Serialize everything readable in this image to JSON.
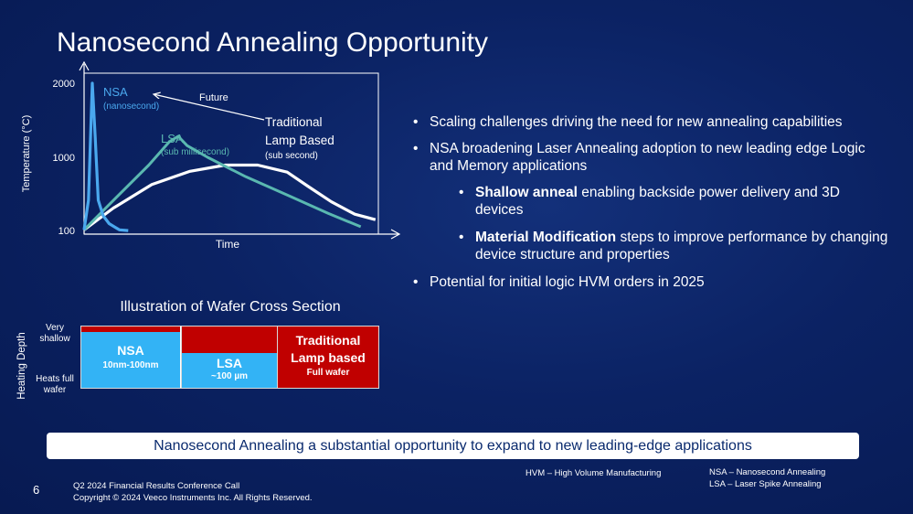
{
  "slide": {
    "title": "Nanosecond Annealing Opportunity",
    "page_number": "6",
    "footer_line1": "Q2 2024 Financial Results Conference Call",
    "footer_line2": "Copyright © 2024 Veeco Instruments Inc. All Rights Reserved."
  },
  "chart_data": {
    "type": "line",
    "ylabel": "Temperature (°C)",
    "xlabel": "Time",
    "y_ticks": [
      "2000",
      "1000",
      "100"
    ],
    "ylim": [
      100,
      2000
    ],
    "xlim": [
      0,
      10
    ],
    "grid": false,
    "series": [
      {
        "name": "NSA",
        "sublabel": "(nanosecond)",
        "color": "#4aa8ee",
        "x": [
          0,
          0.15,
          0.28,
          0.38,
          0.48,
          0.65,
          0.85,
          1.2,
          1.5
        ],
        "y": [
          120,
          500,
          2000,
          1300,
          500,
          300,
          200,
          120,
          110
        ]
      },
      {
        "name": "LSA",
        "sublabel": "(sub millisecond)",
        "color": "#5ab8b0",
        "x": [
          0,
          1.0,
          2.2,
          2.9,
          3.2,
          3.5,
          4.2,
          5.5,
          7.0,
          8.3,
          9.4
        ],
        "y": [
          120,
          500,
          950,
          1250,
          1320,
          1200,
          1050,
          800,
          550,
          330,
          160
        ]
      },
      {
        "name": "Traditional Lamp Based",
        "sublabel": "(sub second)",
        "color": "#ffffff",
        "x": [
          0,
          1.0,
          2.3,
          3.6,
          4.8,
          5.9,
          6.9,
          7.6,
          8.4,
          9.2,
          9.9
        ],
        "y": [
          120,
          400,
          700,
          870,
          950,
          950,
          860,
          680,
          480,
          320,
          250
        ]
      }
    ],
    "annotation": "Future"
  },
  "bullets": [
    {
      "text": "Scaling challenges driving the need for new annealing capabilities"
    },
    {
      "text": "NSA broadening Laser Annealing adoption to new leading edge Logic and Memory applications"
    }
  ],
  "sub_bullets": [
    {
      "bold": "Shallow anneal",
      "rest": " enabling backside power delivery and 3D devices"
    },
    {
      "bold": "Material Modification",
      "rest": " steps to improve performance by changing device structure and properties"
    }
  ],
  "last_bullet": "Potential for initial logic HVM orders in 2025",
  "cross_section": {
    "title": "Illustration of Wafer Cross Section",
    "axis_label": "Heating Depth",
    "top_label": "Very shallow",
    "bottom_label": "Heats full wafer",
    "nsa_name": "NSA",
    "nsa_range": "10nm-100nm",
    "lsa_name": "LSA",
    "lsa_range": "~100 µm",
    "lamp_line1": "Traditional",
    "lamp_line2": "Lamp based",
    "lamp_sub": "Full wafer",
    "heated_color": "#c00000",
    "unheated_color": "#33b3f5"
  },
  "banner": "Nanosecond Annealing a substantial  opportunity to expand to new leading-edge applications",
  "abbreviations": {
    "hvm": "HVM – High Volume Manufacturing",
    "nsa": "NSA – Nanosecond Annealing",
    "lsa": "LSA – Laser Spike Annealing"
  }
}
